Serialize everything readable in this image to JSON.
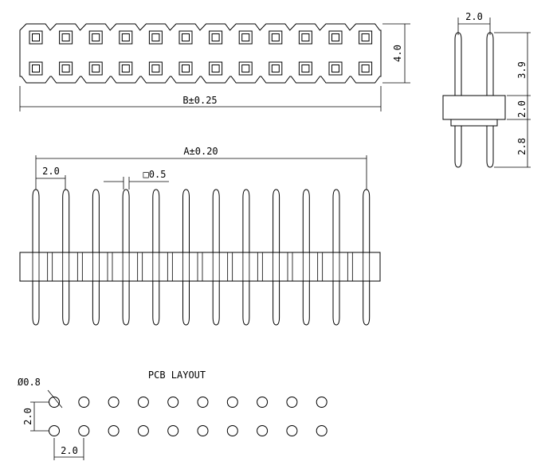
{
  "top_view": {
    "width_label": "B±0.25",
    "height_label": "4.0",
    "pins_per_row": 12,
    "rows": 2
  },
  "side_view": {
    "pitch_label": "2.0",
    "upper_pin_label": "3.9",
    "body_label": "2.0",
    "lower_pin_label": "2.8"
  },
  "front_view": {
    "span_label": "A±0.20",
    "pitch_label": "2.0",
    "pin_square_label": "□0.5",
    "pin_count": 12
  },
  "pcb_layout": {
    "title": "PCB LAYOUT",
    "hole_label": "Ø0.8",
    "row_pitch_label": "2.0",
    "col_pitch_label": "2.0",
    "holes_per_row": 10,
    "rows": 2
  }
}
